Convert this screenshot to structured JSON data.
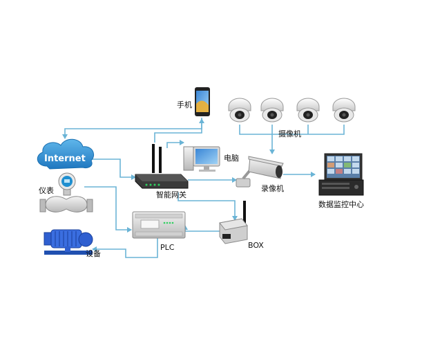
{
  "labels": {
    "internet": "Internet",
    "phone": "手机",
    "computer": "电脑",
    "cameras": "摄像机",
    "recorder": "录像机",
    "monitor_center": "数据监控中心",
    "gateway": "智能网关",
    "meter": "仪表",
    "plc": "PLC",
    "box": "BOX",
    "equipment": "设备"
  },
  "colors": {
    "connector": "#6ab4d6",
    "cloud": "#2f8fd0",
    "pump": "#2f5fd0"
  },
  "icons": {
    "phone": "smartphone-icon",
    "computer": "desktop-computer-icon",
    "camera": "dome-camera-icon",
    "recorder": "bullet-camera-icon",
    "monitor": "monitor-station-icon",
    "gateway": "router-icon",
    "meter": "flowmeter-icon",
    "plc": "plc-icon",
    "box": "wireless-box-icon",
    "pump": "pump-icon",
    "cloud": "cloud-icon"
  }
}
